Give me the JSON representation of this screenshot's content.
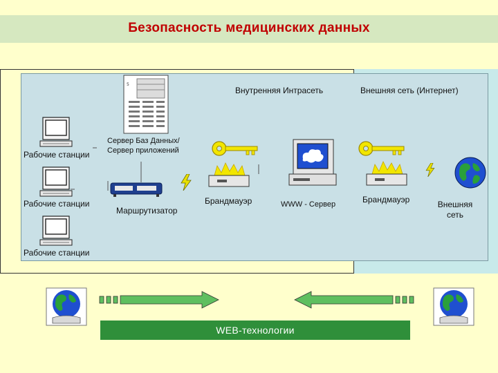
{
  "title": "Безопасность медицинских данных",
  "zones": {
    "intranet": "Внутренняя Интрасеть",
    "internet": "Внешняя сеть (Интернет)"
  },
  "workstations": [
    {
      "label": "Рабочие станции"
    },
    {
      "label": "Рабочие станции"
    },
    {
      "label": "Рабочие станции"
    }
  ],
  "server": {
    "line1": "Сервер Баз Данных/",
    "line2": "Сервер приложений"
  },
  "router": {
    "label": "Маршрутизатор"
  },
  "firewalls": [
    {
      "label": "Брандмауэр"
    },
    {
      "label": "Брандмауэр"
    }
  ],
  "www_server": {
    "label": "WWW - Сервер"
  },
  "external_net": {
    "line1": "Внешняя",
    "line2": "сеть"
  },
  "web_tech": "WEB-технологии",
  "colors": {
    "title": "#c00000",
    "panel": "#c9e0e6",
    "arrow": "#5fbf5f",
    "web_bar": "#2f8f3a",
    "key": "#f2e600"
  },
  "icons": [
    "workstation-icon",
    "server-rack-icon",
    "router-icon",
    "firewall-icon",
    "key-icon",
    "www-server-icon",
    "globe-icon",
    "lightning-icon",
    "arrow-right-icon",
    "arrow-left-icon"
  ]
}
